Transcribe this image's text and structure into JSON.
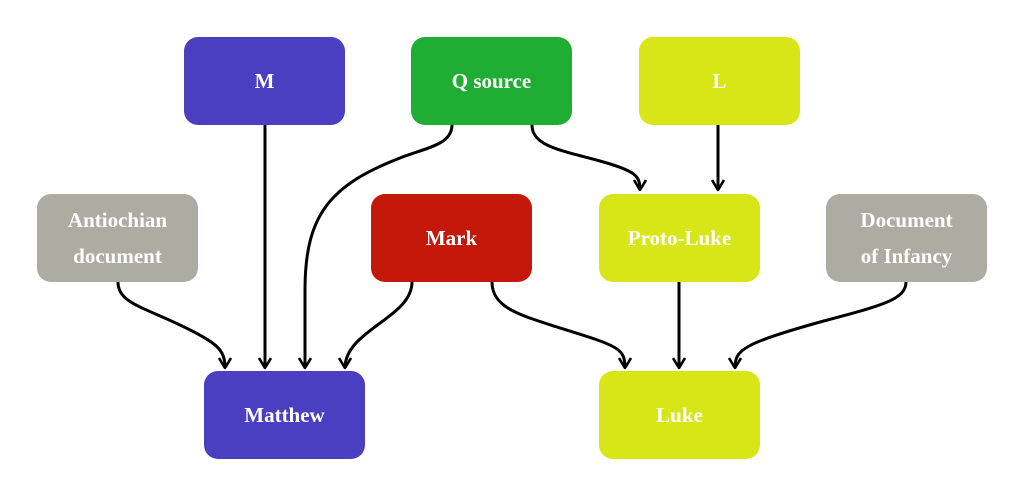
{
  "title": "Synoptic sources diagram",
  "colors": {
    "matthew": "#4a3fc1",
    "q": "#1fad33",
    "luke": "#d8e617",
    "other": "#adaca3",
    "mark": "#c4190a",
    "arrow": "#000000"
  },
  "nodes": {
    "m": {
      "label": "M"
    },
    "q": {
      "label": "Q source"
    },
    "l": {
      "label": "L"
    },
    "antiochian": {
      "line1": "Antiochian",
      "line2": "document"
    },
    "mark": {
      "label": "Mark"
    },
    "protoluke": {
      "label": "Proto-Luke"
    },
    "infancy": {
      "line1": "Document",
      "line2": "of Infancy"
    },
    "matthew": {
      "label": "Matthew"
    },
    "luke": {
      "label": "Luke"
    }
  },
  "edges": [
    {
      "from": "M",
      "to": "Matthew"
    },
    {
      "from": "Q source",
      "to": "Matthew"
    },
    {
      "from": "Antiochian document",
      "to": "Matthew"
    },
    {
      "from": "Mark",
      "to": "Matthew"
    },
    {
      "from": "Q source",
      "to": "Proto-Luke"
    },
    {
      "from": "L",
      "to": "Proto-Luke"
    },
    {
      "from": "Mark",
      "to": "Luke"
    },
    {
      "from": "Proto-Luke",
      "to": "Luke"
    },
    {
      "from": "Document of Infancy",
      "to": "Luke"
    }
  ]
}
